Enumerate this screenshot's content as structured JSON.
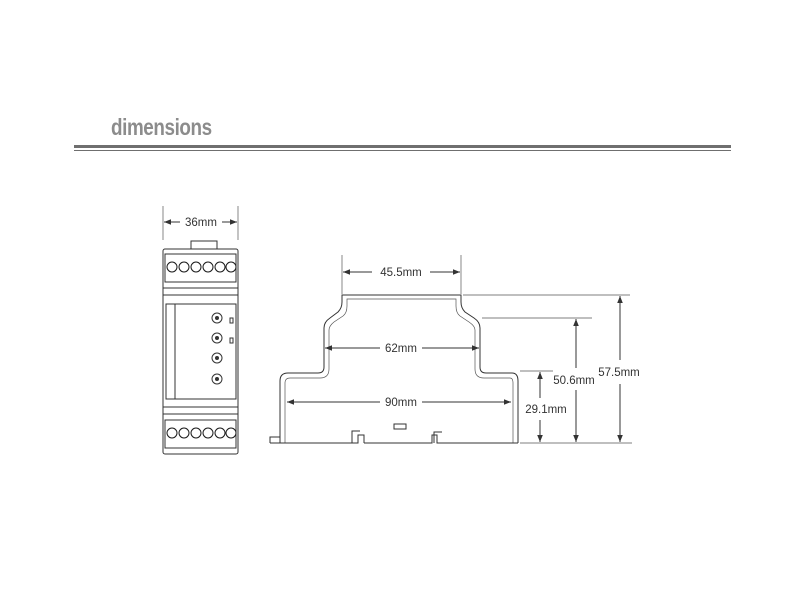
{
  "heading": "dimensions",
  "dimensions": {
    "front_width": "36mm",
    "top_width": "45.5mm",
    "middle_width": "62mm",
    "base_width": "90mm",
    "height_total": "57.5mm",
    "height_middle": "50.6mm",
    "height_base": "29.1mm"
  },
  "colors": {
    "heading": "#8c8c8c",
    "line": "#333333",
    "rule": "#6f6f6f"
  }
}
